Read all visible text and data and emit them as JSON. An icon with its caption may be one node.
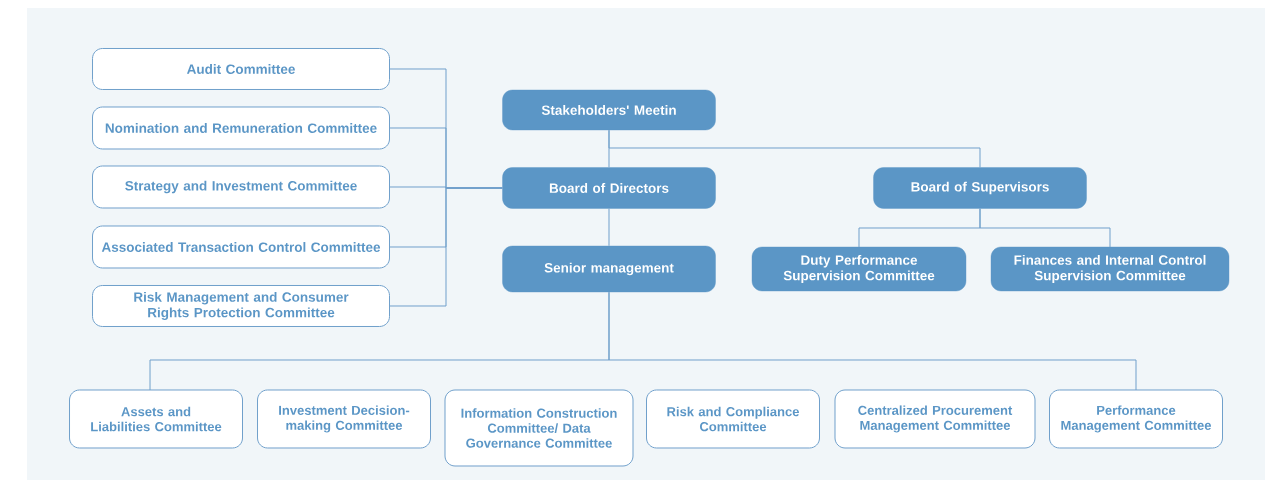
{
  "diagram": {
    "nodes": [
      {
        "text": [
          "Audit Committee"
        ]
      },
      {
        "text": [
          "Nomination and Remuneration Committee"
        ]
      },
      {
        "text": [
          "Strategy and Investment Committee"
        ]
      },
      {
        "text": [
          "Associated Transaction Control Committee"
        ]
      },
      {
        "text": [
          "Risk Management and Consumer Rights Protection Committee"
        ]
      },
      {
        "text": [
          "Stakeholders' Meetin"
        ]
      },
      {
        "text": [
          "Board of Directors"
        ]
      },
      {
        "text": [
          "Board of Supervisors"
        ]
      },
      {
        "text": [
          "Senior management"
        ]
      },
      {
        "text": [
          "Duty Performance Supervision Committee"
        ]
      },
      {
        "text": [
          "Finances and Internal Control Supervision Committee"
        ]
      },
      {
        "text": [
          "Assets and Liabilities Committee"
        ]
      },
      {
        "text": [
          "Investment Decision-making Committee"
        ]
      },
      {
        "text": [
          "Information Construction Committee/ Data Governance Committee"
        ]
      },
      {
        "text": [
          "Risk and Compliance Committee"
        ]
      },
      {
        "text": [
          "Centralized Procurement Management Committee"
        ]
      },
      {
        "text": [
          "Performance Management Committee"
        ]
      }
    ],
    "edges": [
      {
        "from": 0,
        "to": 6,
        "arrow": "none"
      },
      {
        "from": 1,
        "to": 6,
        "arrow": "none"
      },
      {
        "from": 2,
        "to": 6,
        "arrow": "none"
      },
      {
        "from": 3,
        "to": 6,
        "arrow": "none"
      },
      {
        "from": 4,
        "to": 6,
        "arrow": "none"
      },
      {
        "from": 5,
        "to": 6,
        "arrow": "none"
      },
      {
        "from": 5,
        "to": 7,
        "arrow": "none"
      },
      {
        "from": 6,
        "to": 8,
        "arrow": "none"
      },
      {
        "from": 7,
        "to": 9,
        "arrow": "none"
      },
      {
        "from": 7,
        "to": 10,
        "arrow": "none"
      },
      {
        "from": 8,
        "to": 11,
        "arrow": "none"
      },
      {
        "from": 8,
        "to": 16,
        "arrow": "none"
      }
    ]
  }
}
